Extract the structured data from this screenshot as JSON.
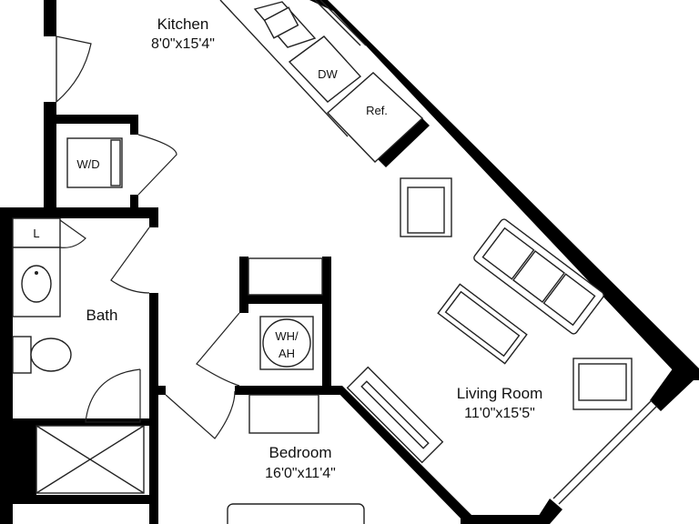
{
  "rooms": {
    "kitchen": {
      "name": "Kitchen",
      "dims": "8'0\"x15'4\""
    },
    "bath": {
      "name": "Bath"
    },
    "bedroom": {
      "name": "Bedroom",
      "dims": "16'0\"x11'4\""
    },
    "living_room": {
      "name": "Living Room",
      "dims": "11'0\"x15'5\""
    }
  },
  "fixtures": {
    "dishwasher": "DW",
    "refrigerator": "Ref.",
    "washer_dryer": "W/D",
    "linen": "L",
    "water_heater_line1": "WH/",
    "water_heater_line2": "AH"
  },
  "colors": {
    "wall": "#000000",
    "line": "#222222",
    "background": "#ffffff"
  }
}
